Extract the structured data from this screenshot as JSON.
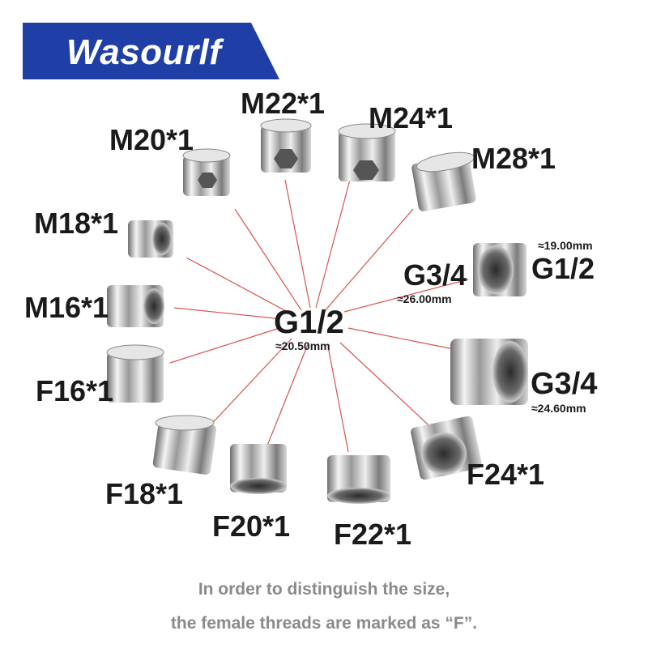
{
  "brand": {
    "name": "Wasourlf",
    "banner_color": "#1f3fa6"
  },
  "center": {
    "thread": "G1/2",
    "size": "≈20.50mm"
  },
  "fittings": [
    {
      "label": "M22*1"
    },
    {
      "label": "M24*1"
    },
    {
      "label": "M20*1"
    },
    {
      "label": "M28*1"
    },
    {
      "label": "M18*1"
    },
    {
      "label": "M16*1"
    },
    {
      "label": "F16*1"
    },
    {
      "label": "F18*1"
    },
    {
      "label": "F20*1"
    },
    {
      "label": "F22*1"
    },
    {
      "label": "F24*1"
    }
  ],
  "adapters": {
    "g34_g12": {
      "left_thread": "G3/4",
      "left_size": "≈26.00mm",
      "right_thread": "G1/2",
      "right_size": "≈19.00mm"
    },
    "g34": {
      "thread": "G3/4",
      "size": "≈24.60mm"
    }
  },
  "footer": {
    "line1": "In order to distinguish the size,",
    "line2": "the female threads are marked as “F”."
  },
  "colors": {
    "connector_line": "#d9534f",
    "label": "#1a1a1a",
    "footer_text": "#8a8a8a"
  }
}
